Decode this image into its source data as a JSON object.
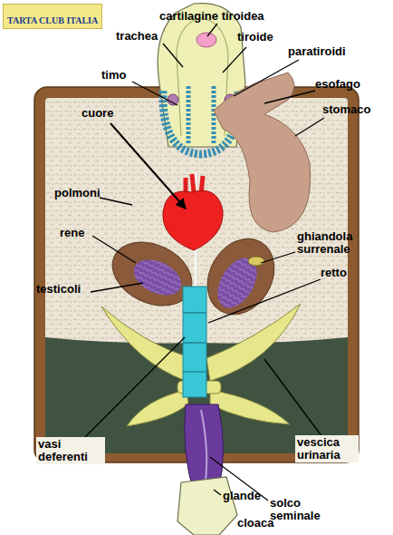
{
  "diagram": {
    "labels": [
      "TARTA CLUB ITALIA",
      "cartilagine tiroidea",
      "trachea",
      "tiroide",
      "paratiroidi",
      "timo",
      "esofago",
      "stomaco",
      "cuore",
      "polmoni",
      "rene",
      "ghiandola surrenale",
      "retto",
      "testicoli",
      "vasi deferenti",
      "vescica urinaria",
      "glande",
      "solco seminale",
      "cloaca"
    ]
  }
}
